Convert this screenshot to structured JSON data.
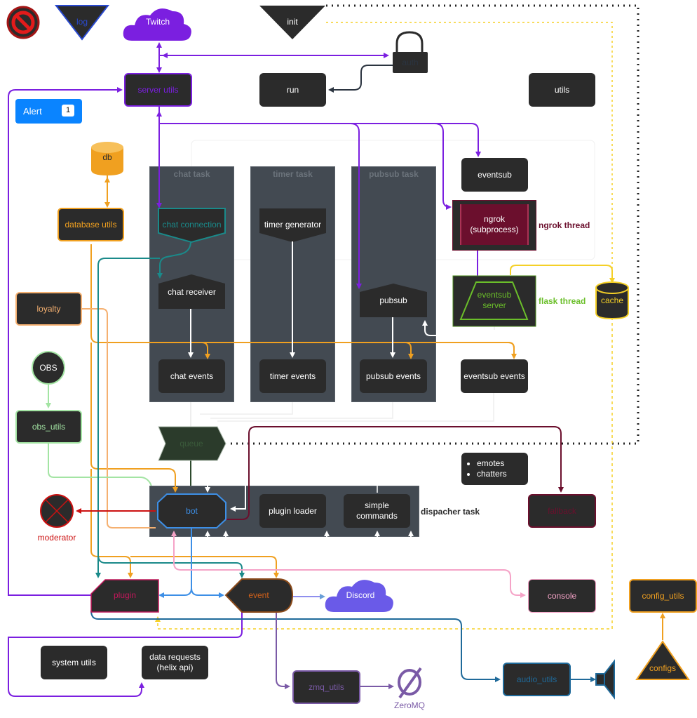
{
  "nodes": {
    "log": "log",
    "twitch": "Twitch",
    "init": "init",
    "auth": "auth",
    "server_utils": "server utils",
    "run": "run",
    "utils": "utils",
    "alert_label": "Alert",
    "alert_count": "1",
    "db": "db",
    "database_utils": "database utils",
    "loyalty": "loyalty",
    "obs": "OBS",
    "obs_utils": "obs_utils",
    "chat_task": "chat task",
    "timer_task": "timer task",
    "pubsub_task": "pubsub task",
    "chat_connection": "chat connection",
    "chat_receiver": "chat receiver",
    "chat_events": "chat events",
    "timer_generator": "timer generator",
    "timer_events": "timer events",
    "pubsub": "pubsub",
    "pubsub_events": "pubsub events",
    "eventsub": "eventsub",
    "ngrok_line1": "ngrok",
    "ngrok_line2": "(subprocess)",
    "ngrok_thread": "ngrok thread",
    "eventsub_server_line1": "eventsub",
    "eventsub_server_line2": "server",
    "flask_thread": "flask thread",
    "cache": "cache",
    "eventsub_events": "eventsub events",
    "queue": "queue",
    "emotes": "emotes",
    "chatters": "chatters",
    "bot": "bot",
    "plugin_loader": "plugin loader",
    "simple_commands_line1": "simple",
    "simple_commands_line2": "commands",
    "dispatcher_task": "dispacher task",
    "moderator": "moderator",
    "fallback": "fallback",
    "plugin": "plugin",
    "event": "event",
    "discord": "Discord",
    "console": "console",
    "config_utils": "config_utils",
    "configs": "configs",
    "system_utils": "system utils",
    "data_requests_line1": "data requests",
    "data_requests_line2": "(helix api)",
    "zmq_utils": "zmq_utils",
    "zeromq": "ZeroMQ",
    "audio_utils": "audio_utils"
  },
  "colors": {
    "purple": "#7b1fe0",
    "orange": "#f0a020",
    "teal": "#1a8a8a",
    "blue": "#3d8fe6",
    "darkblue": "#1f6a9a",
    "pink": "#f5a3c7",
    "yellow": "#f5d027",
    "green": "#a3e4a3",
    "maroon": "#6b0f2d",
    "red": "#cc1111",
    "violet": "#7a5aa6",
    "lane": "#434a52",
    "node": "#2b2b2b"
  }
}
